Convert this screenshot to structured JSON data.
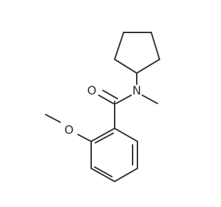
{
  "molecule": {
    "atom_labels": {
      "oxygen_carbonyl": "O",
      "nitrogen": "N",
      "oxygen_methoxy": "O"
    },
    "colors": {
      "bond": "#303030",
      "label": "#303030",
      "background": "#ffffff"
    }
  }
}
